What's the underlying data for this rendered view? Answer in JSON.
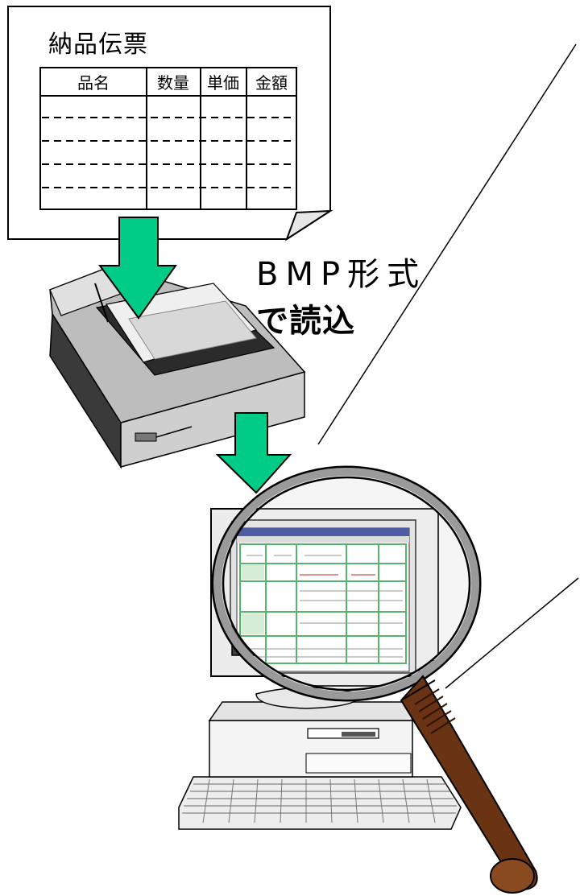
{
  "document": {
    "title": "納品伝票",
    "columns": [
      "品名",
      "数量",
      "単価",
      "金額"
    ]
  },
  "caption": {
    "line1": "BMP形式",
    "line2": "で読込"
  },
  "icons": [
    "document-icon",
    "scanner-icon",
    "arrow-down-icon",
    "computer-icon",
    "magnifier-icon"
  ],
  "colors": {
    "arrow": "#00cc88",
    "handle": "#6a3414",
    "screen_green": "#27a043"
  }
}
